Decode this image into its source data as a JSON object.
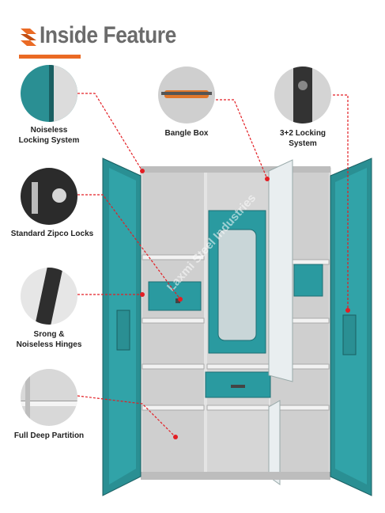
{
  "header": {
    "title": "Inside Feature"
  },
  "features": {
    "noiseless": {
      "label_line1": "Noiseless",
      "label_line2": "Locking System"
    },
    "bangle": {
      "label": "Bangle Box"
    },
    "locking32": {
      "label_line1": "3+2 Locking",
      "label_line2": "System"
    },
    "zipco": {
      "label": "Standard Zipco Locks"
    },
    "hinges": {
      "label_line1": "Srong &",
      "label_line2": "Noiseless Hinges"
    },
    "partition": {
      "label": "Full Deep Partition"
    }
  },
  "watermark": {
    "text": "Laxmi Steel Industries"
  },
  "colors": {
    "accent": "#ea6a24",
    "leader": "#e31e24",
    "cabinet_teal": "#2a8f93",
    "cabinet_body": "#d9d9d9"
  }
}
